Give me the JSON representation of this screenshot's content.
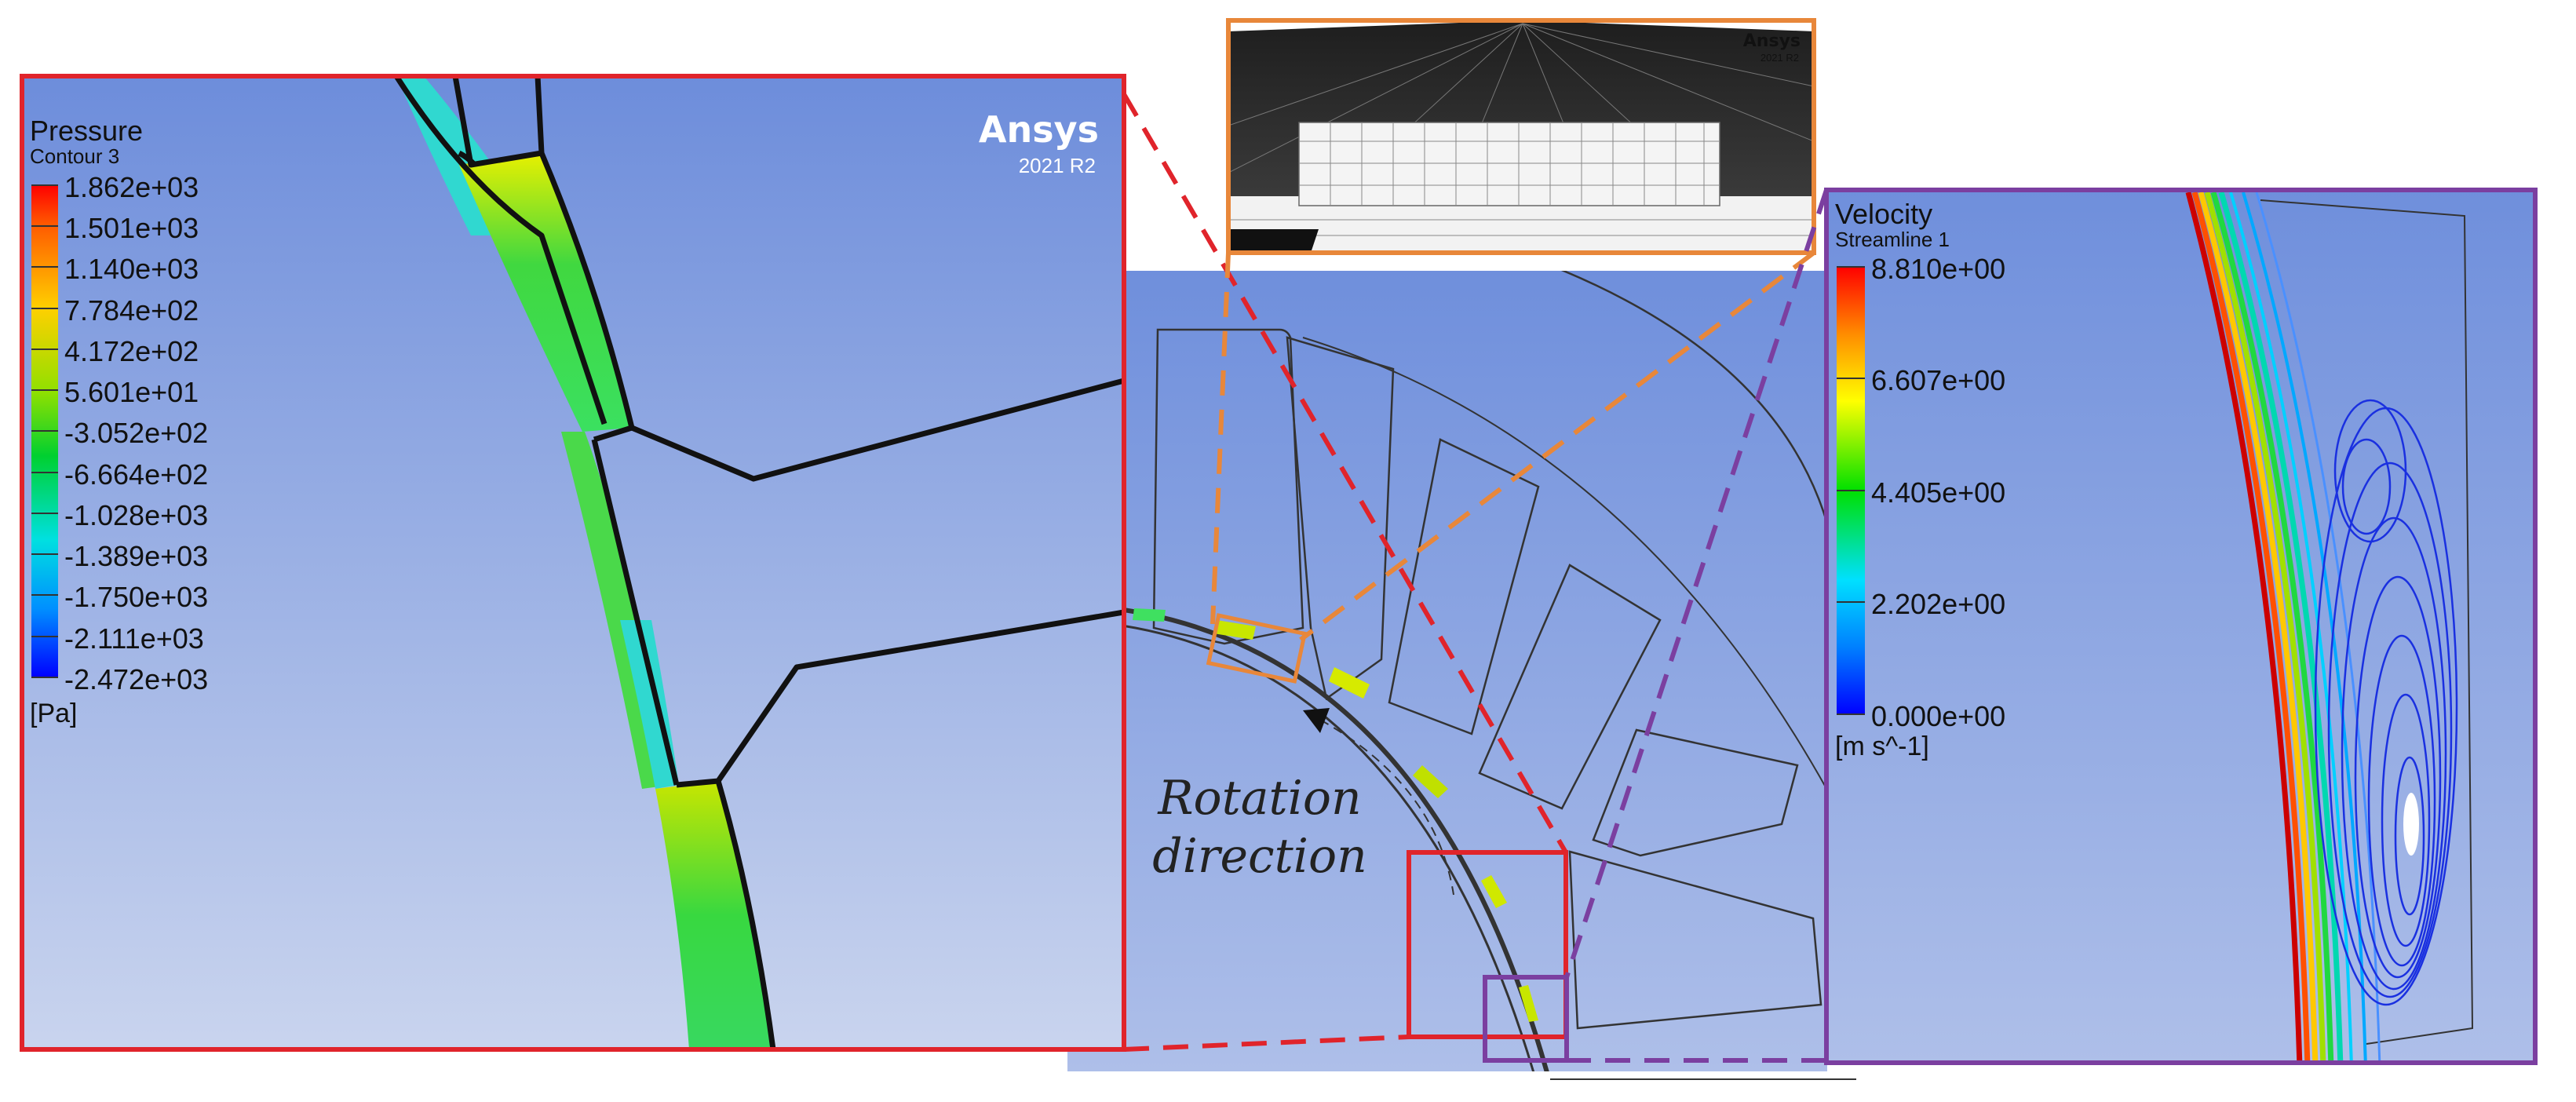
{
  "pressure_panel": {
    "title": "Pressure",
    "subtitle": "Contour 3",
    "values": [
      "1.862e+03",
      "1.501e+03",
      "1.140e+03",
      "7.784e+02",
      "4.172e+02",
      "5.601e+01",
      "-3.052e+02",
      "-6.664e+02",
      "-1.028e+03",
      "-1.389e+03",
      "-1.750e+03",
      "-2.111e+03",
      "-2.472e+03"
    ],
    "unit": "[Pa]",
    "brand": "Ansys",
    "version": "2021 R2",
    "border_color": "#e0242b"
  },
  "mesh_panel": {
    "brand": "Ansys",
    "version": "2021 R2",
    "border_color": "#e8873a"
  },
  "velocity_panel": {
    "title": "Velocity",
    "subtitle": "Streamline 1",
    "values": [
      "8.810e+00",
      "6.607e+00",
      "4.405e+00",
      "2.202e+00",
      "0.000e+00"
    ],
    "unit": "[m s^-1]",
    "border_color": "#7b3fa0"
  },
  "overview": {
    "rotation_label": [
      "Rotation",
      "direction"
    ]
  },
  "colors": {
    "panel_bg_top": "#6f8fdc",
    "panel_bg_bottom": "#c6d2ec",
    "red": "#e0242b",
    "orange": "#e8873a",
    "purple": "#7b3fa0"
  },
  "icons": [
    "rotation-arrow-icon"
  ]
}
